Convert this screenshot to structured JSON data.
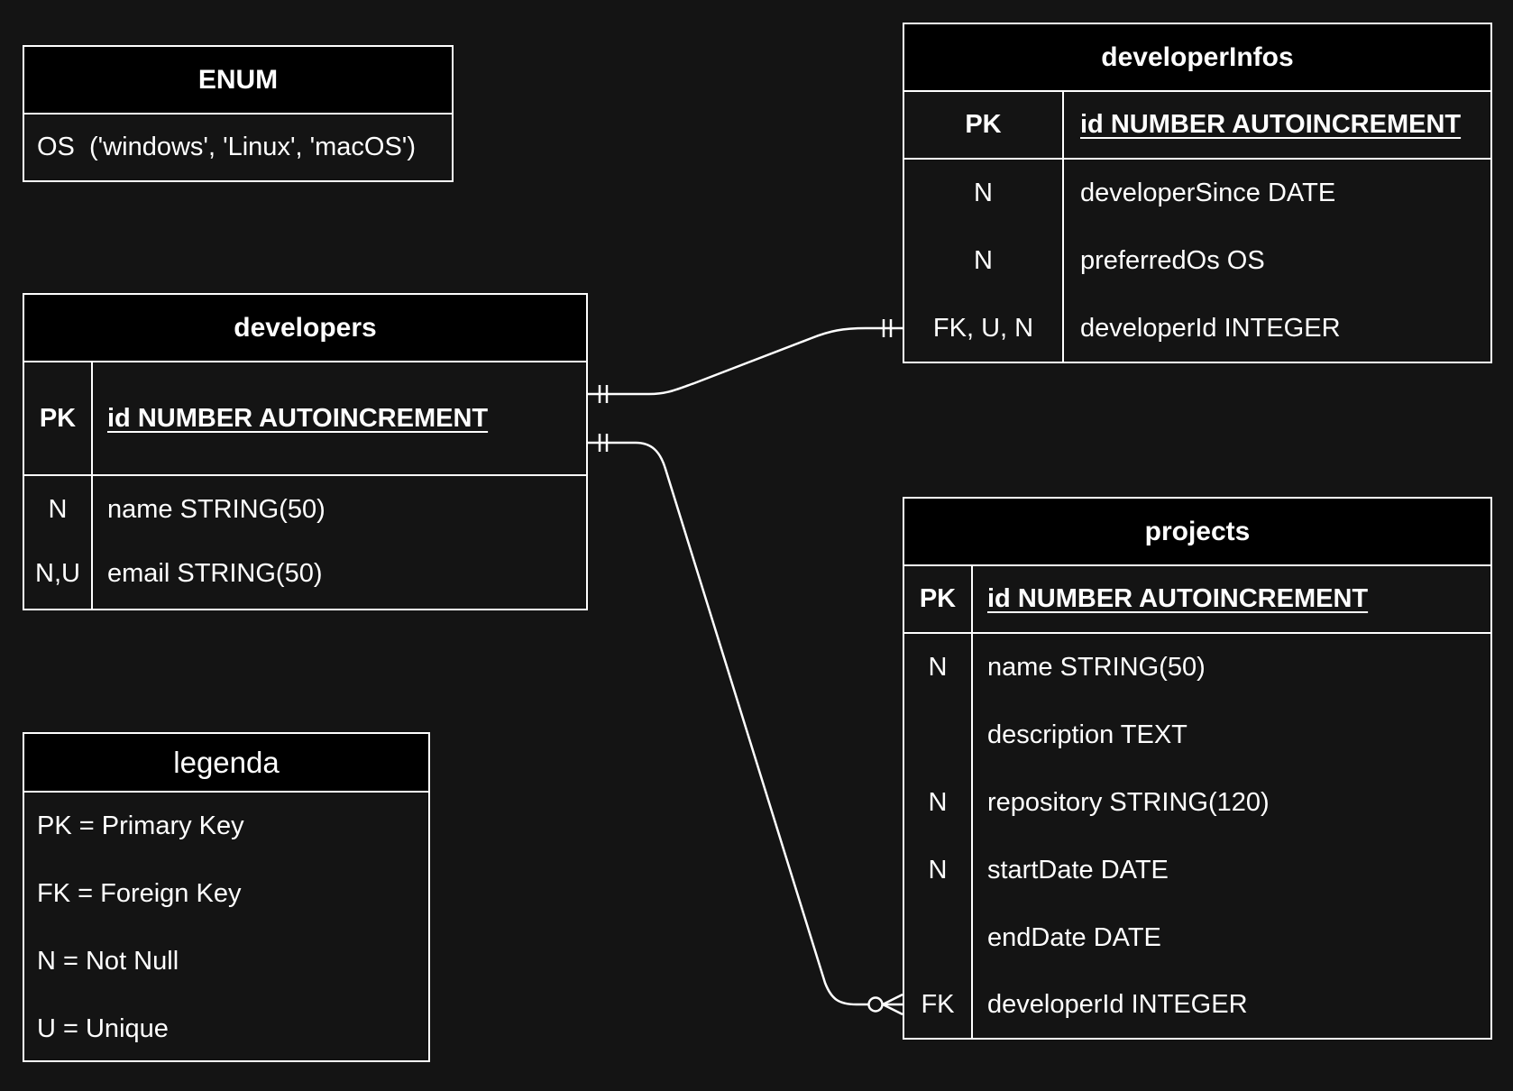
{
  "enum": {
    "title": "ENUM",
    "row": "OS  ('windows', 'Linux', 'macOS')"
  },
  "developer_infos": {
    "title": "developerInfos",
    "rows": [
      {
        "key": "PK",
        "field": "id NUMBER AUTOINCREMENT"
      },
      {
        "key": "N",
        "field": "developerSince DATE"
      },
      {
        "key": "N",
        "field": "preferredOs OS"
      },
      {
        "key": "FK, U, N",
        "field": "developerId INTEGER"
      }
    ]
  },
  "developers": {
    "title": "developers",
    "rows": [
      {
        "key": "PK",
        "field": "id NUMBER AUTOINCREMENT"
      },
      {
        "key": "N",
        "field": "name STRING(50)"
      },
      {
        "key": "N,U",
        "field": "email STRING(50)"
      }
    ]
  },
  "projects": {
    "title": "projects",
    "rows": [
      {
        "key": "PK",
        "field": "id NUMBER AUTOINCREMENT"
      },
      {
        "key": "N",
        "field": "name STRING(50)"
      },
      {
        "key": "",
        "field": "description TEXT"
      },
      {
        "key": "N",
        "field": "repository STRING(120)"
      },
      {
        "key": "N",
        "field": "startDate DATE"
      },
      {
        "key": "",
        "field": "endDate DATE"
      },
      {
        "key": "FK",
        "field": "developerId INTEGER"
      }
    ]
  },
  "legend": {
    "title": "legenda",
    "items": [
      "PK = Primary Key",
      "FK = Foreign Key",
      "N = Not Null",
      "U = Unique"
    ]
  },
  "relationships": [
    {
      "from": "developers",
      "to": "developerInfos",
      "from_cardinality": "one-and-only-one",
      "to_cardinality": "one-and-only-one"
    },
    {
      "from": "developers",
      "to": "projects",
      "from_cardinality": "one-and-only-one",
      "to_cardinality": "zero-or-many"
    }
  ]
}
